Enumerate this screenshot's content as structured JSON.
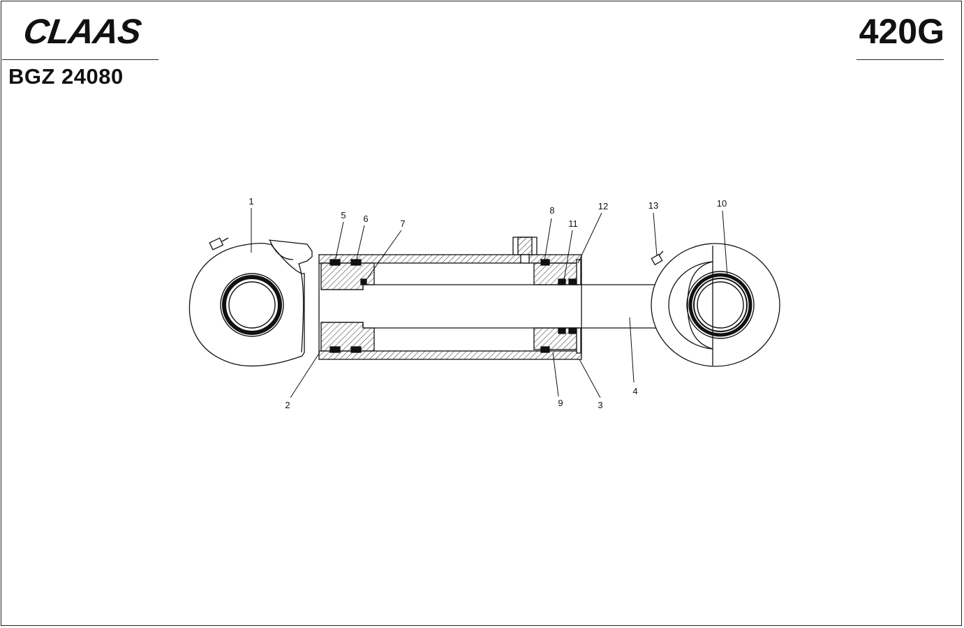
{
  "header": {
    "brand": "CLAAS",
    "doc_code": "BGZ 24080",
    "model": "420G"
  },
  "callouts": [
    {
      "id": "c1",
      "label": "1"
    },
    {
      "id": "c2",
      "label": "2"
    },
    {
      "id": "c3",
      "label": "3"
    },
    {
      "id": "c4",
      "label": "4"
    },
    {
      "id": "c5",
      "label": "5"
    },
    {
      "id": "c6",
      "label": "6"
    },
    {
      "id": "c7",
      "label": "7"
    },
    {
      "id": "c8",
      "label": "8"
    },
    {
      "id": "c9",
      "label": "9"
    },
    {
      "id": "c10",
      "label": "10"
    },
    {
      "id": "c11",
      "label": "11"
    },
    {
      "id": "c12",
      "label": "12"
    },
    {
      "id": "c13",
      "label": "13"
    }
  ],
  "colors": {
    "ink": "#111111",
    "paper": "#ffffff"
  }
}
